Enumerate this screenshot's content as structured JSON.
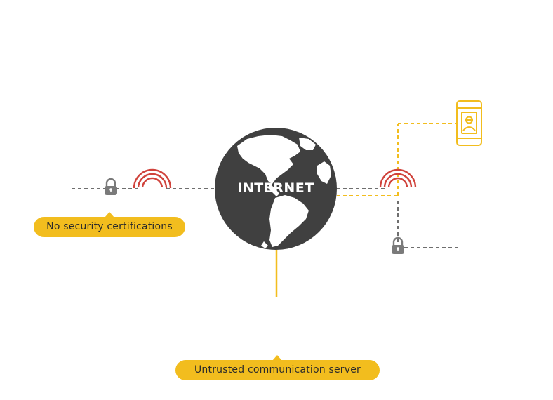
{
  "diagram": {
    "center_label": "INTERNET",
    "callouts": {
      "no_certs": "No security certifications",
      "server": "Untrusted communication server"
    },
    "colors": {
      "globe": "#404040",
      "accent": "#f2bd1e",
      "signal": "#d0433c",
      "line_gray": "#6f6f6f",
      "lock": "#7a7a7a"
    },
    "icons": [
      "globe-icon",
      "broadcast-signal-icon",
      "padlock-icon",
      "smartphone-user-icon"
    ]
  }
}
